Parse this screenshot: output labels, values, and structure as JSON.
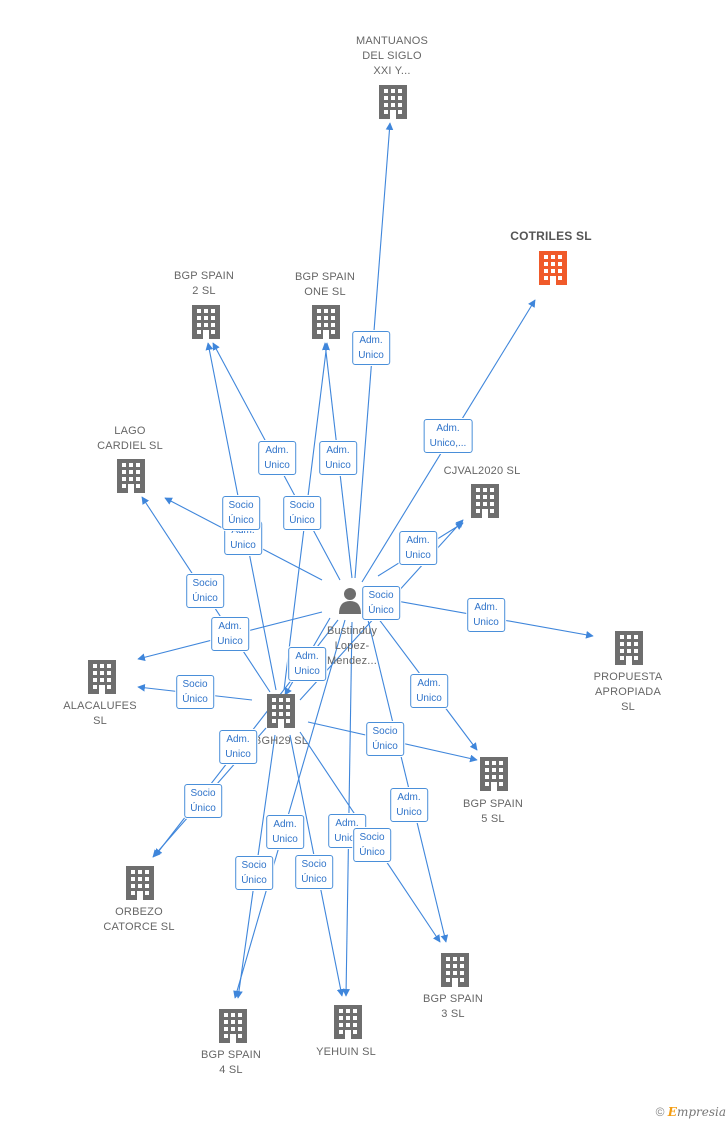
{
  "colors": {
    "edge": "#3f86db",
    "edge_label_text": "#2f73c9",
    "building": "#6e6e6e",
    "highlight": "#f05a2a",
    "person": "#6e6e6e"
  },
  "nodes": {
    "mantuanos": "MANTUANOS\nDEL SIGLO\nXXI Y...",
    "cotriles": "COTRILES  SL",
    "bgp2": "BGP SPAIN\n2  SL",
    "bgpone": "BGP SPAIN\nONE  SL",
    "lago": "LAGO\nCARDIEL  SL",
    "cjval": "CJVAL2020  SL",
    "person": "Bustinduy\nLopez-\nMendez...",
    "propuesta": "PROPUESTA\nAPROPIADA\nSL",
    "alacalufes": "ALACALUFES\nSL",
    "bgh29": "BGH29  SL",
    "bgp5": "BGP SPAIN\n5  SL",
    "orbezo": "ORBEZO\nCATORCE  SL",
    "bgp3": "BGP SPAIN\n3  SL",
    "bgp4": "BGP SPAIN\n4  SL",
    "yehuin": "YEHUIN  SL"
  },
  "edge_labels": {
    "adm_mantuanos": "Adm.\nUnico",
    "adm_cotriles": "Adm.\nUnico,...",
    "adm_bgp2": "Adm.\nUnico",
    "adm_bgpone": "Adm.\nUnico",
    "socio_bgp2": "Socio\nÚnico",
    "adm_bgp2b": "Adm.\nUnico",
    "socio_bgpone": "Socio\nÚnico",
    "adm_cjval": "Adm.\nUnico",
    "socio_cjval": "Socio\nÚnico",
    "adm_propuesta": "Adm.\nUnico",
    "socio_lago": "Socio\nÚnico",
    "adm_lago": "Adm.\nUnico",
    "adm_bgh29": "Adm.\nUnico",
    "socio_alacalufes": "Socio\nÚnico",
    "adm_bgp5": "Adm.\nUnico",
    "socio_bgp5": "Socio\nÚnico",
    "adm_orbezo": "Adm.\nUnico",
    "socio_orbezo": "Socio\nÚnico",
    "adm_bgp3": "Adm.\nUnico",
    "adm_bgp4": "Adm.\nUnico",
    "adm_yehuin": "Adm.\nUnico",
    "socio_bgp3": "Socio\nÚnico",
    "socio_bgp4": "Socio\nÚnico",
    "socio_yehuin": "Socio\nÚnico"
  },
  "footer": {
    "copyright": "©",
    "brand_initial": "E",
    "brand_rest": "mpresia"
  }
}
